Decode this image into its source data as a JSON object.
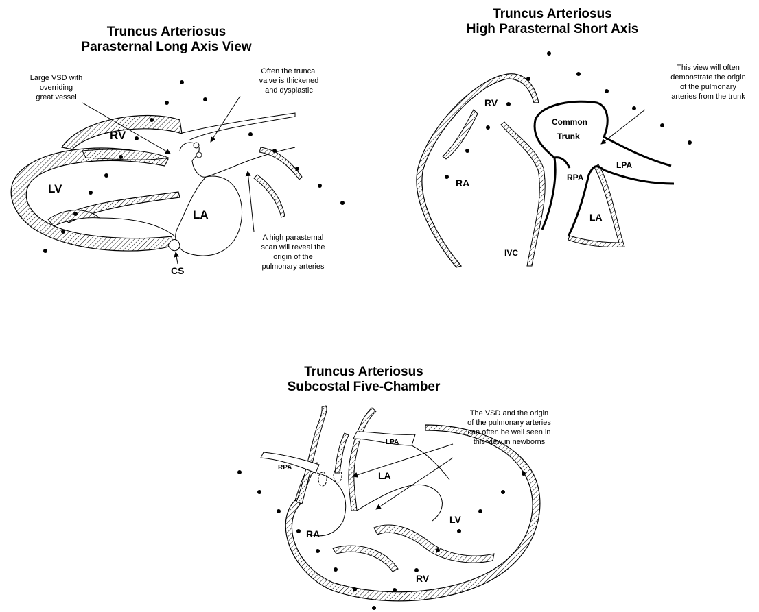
{
  "panels": {
    "long_axis": {
      "title_line1": "Truncus Arteriosus",
      "title_line2": "Parasternal Long Axis View",
      "labels": {
        "rv": "RV",
        "lv": "LV",
        "la": "LA",
        "cs": "CS"
      },
      "notes": {
        "vsd": [
          "Large VSD with",
          "overriding",
          "great vessel"
        ],
        "valve": [
          "Often the truncal",
          "valve is thickened",
          "and dysplastic"
        ],
        "high_scan": [
          "A high parasternal",
          "scan will reveal the",
          "origin of the",
          "pulmonary arteries"
        ]
      }
    },
    "short_axis": {
      "title_line1": "Truncus Arteriosus",
      "title_line2": "High Parasternal Short Axis",
      "labels": {
        "rv": "RV",
        "ra": "RA",
        "common1": "Common",
        "common2": "Trunk",
        "rpa": "RPA",
        "lpa": "LPA",
        "la": "LA",
        "ivc": "IVC"
      },
      "notes": {
        "origin": [
          "This view will often",
          "demonstrate the origin",
          "of the pulmonary",
          "arteries from the trunk"
        ]
      }
    },
    "subcostal": {
      "title_line1": "Truncus Arteriosus",
      "title_line2": "Subcostal Five-Chamber",
      "labels": {
        "lpa": "LPA",
        "rpa": "RPA",
        "la": "LA",
        "ra": "RA",
        "lv": "LV",
        "rv": "RV"
      },
      "notes": {
        "vsd": [
          "The VSD and the origin",
          "of the pulmonary arteries",
          "can often be well seen in",
          "this view in newborns"
        ]
      }
    }
  }
}
